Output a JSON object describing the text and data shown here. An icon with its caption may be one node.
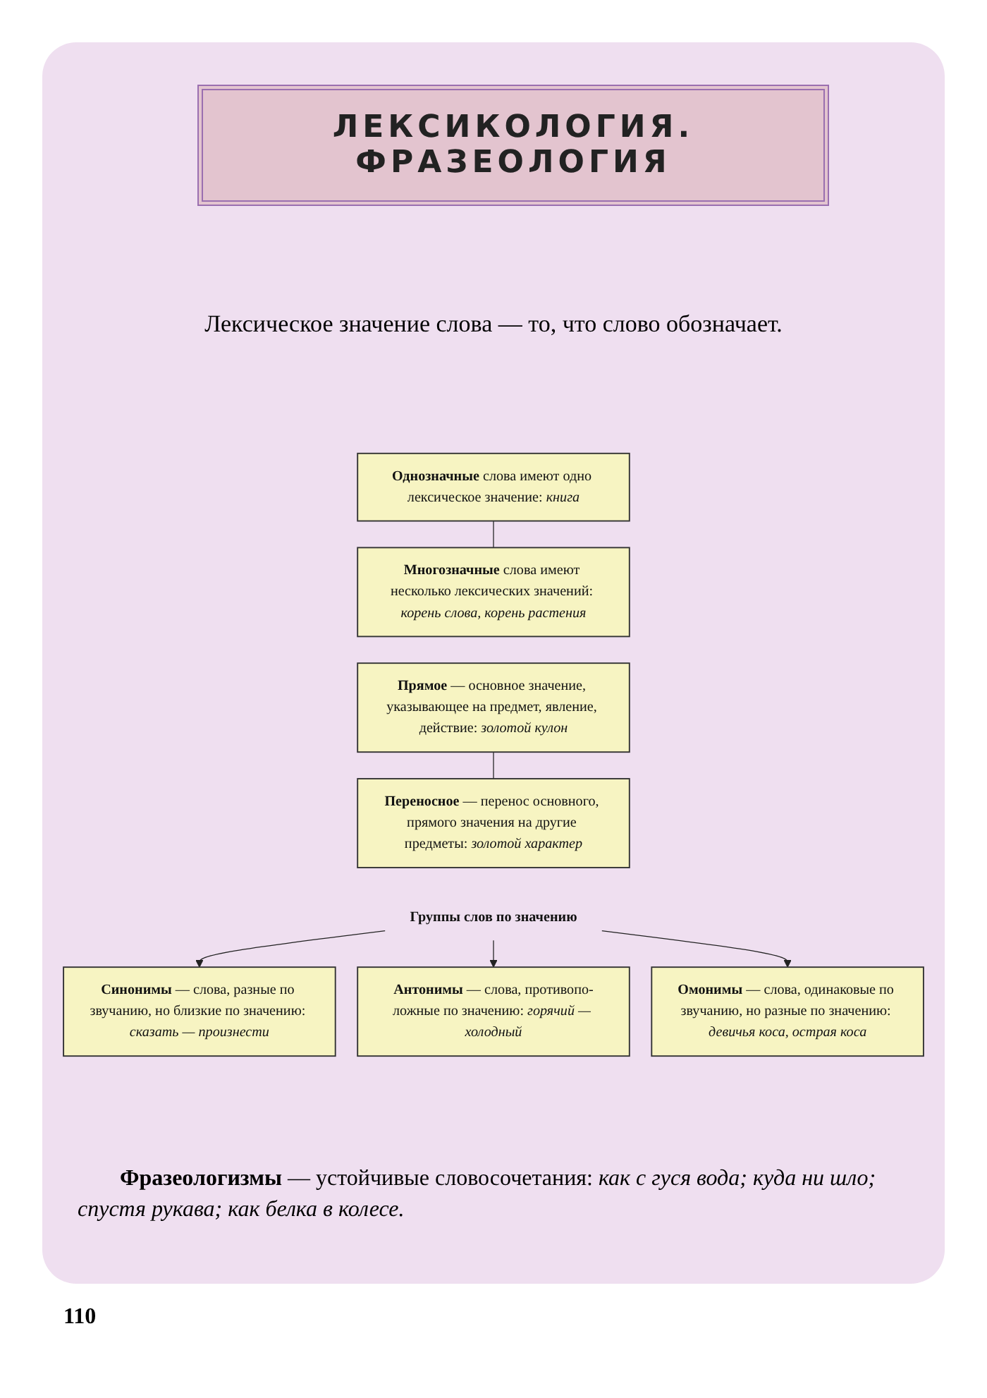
{
  "diagram": {
    "title": "ЛЕКСИКОЛОГИЯ. ФРАЗЕОЛОГИЯ",
    "nodes": [
      {
        "text": [
          "**Однозначные** слова имеют одно лексическое значение: *книга*"
        ]
      },
      {
        "text": [
          "**Многозначные** слова имеют несколько лексических значений: *корень слова, корень растения*"
        ]
      },
      {
        "text": [
          "**Прямое** — основное значение, указывающее на предмет, явление, действие: *золотой кулон*"
        ]
      },
      {
        "text": [
          "**Переносное** — перенос основного, прямого значения на другие предметы: *золотой характер*"
        ]
      },
      {
        "text": [
          "Группы слов по значению"
        ]
      },
      {
        "text": [
          "**Синонимы** — слова, разные по звучанию, но близкие по значению: *сказать — произнести*"
        ]
      },
      {
        "text": [
          "**Антонимы** — слова, противопо-ложные по значению: *горячий — холодный*"
        ]
      },
      {
        "text": [
          "**Омонимы** — слова, одинаковые по звучанию, но разные по значению: *девичья коса, острая коса*"
        ]
      }
    ],
    "edges": [
      {
        "from": 0,
        "to": 1,
        "arrow": "none"
      },
      {
        "from": 2,
        "to": 3,
        "arrow": "none"
      },
      {
        "from": 4,
        "to": 5,
        "arrow": "to"
      },
      {
        "from": 4,
        "to": 6,
        "arrow": "to"
      },
      {
        "from": 4,
        "to": 7,
        "arrow": "to"
      }
    ],
    "labels": [
      "Лексическое значение слова — то, что слово обозначает.",
      "**Фразеологизмы** — устойчивые словосочетания: *как с гуся вода; куда ни шло; спустя рукава; как белка в колесе.*",
      "110"
    ]
  }
}
